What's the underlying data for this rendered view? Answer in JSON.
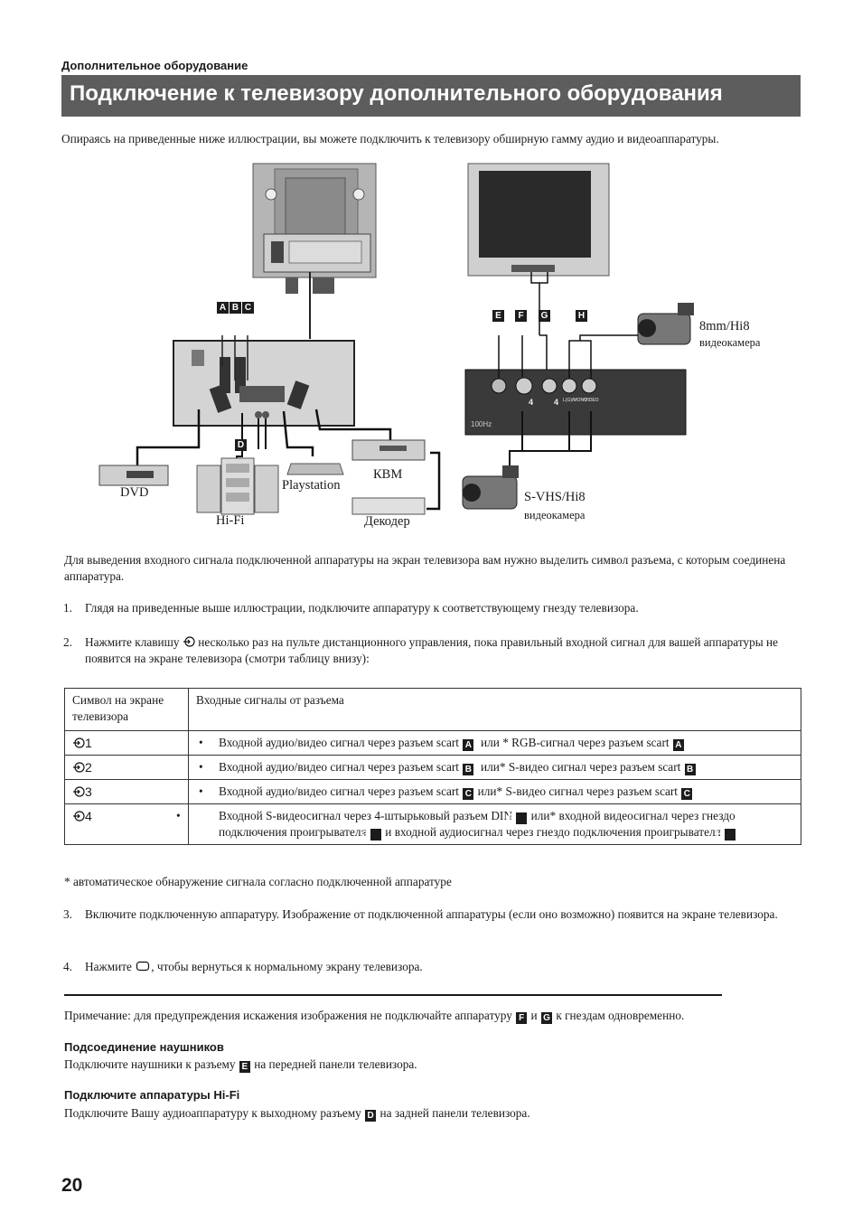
{
  "header": {
    "section": "Дополнительное оборудование",
    "title": "Подключение к телевизору дополнительного оборудования"
  },
  "intro": "Опираясь на приведенные ниже иллюстрации, вы можете подключить к телевизору обширную гамму аудио и видеоаппаратуры.",
  "diagram": {
    "labels": {
      "dvd": "DVD",
      "hifi": "Hi-Fi",
      "playstation": "Playstation",
      "vcr": "КВМ",
      "decoder": "Декодер",
      "cam1_model": "8mm/Hi8",
      "cam1_type": "видеокамера",
      "cam2_model": "S-VHS/Hi8",
      "cam2_type": "видеокамера",
      "panel_hz": "100Hz",
      "port4a": "4",
      "port4b": "4",
      "ports_small": "L(G)/MONO",
      "ports_video": "VIDEO"
    },
    "keys": {
      "a": "A",
      "b": "B",
      "c": "C",
      "d": "D",
      "e": "E",
      "f": "F",
      "g": "G",
      "h": "H"
    }
  },
  "para_select": "Для выведения входного сигнала подключенной аппаратуры на экран телевизора вам нужно выделить символ разъема, с которым соединена аппаратура.",
  "steps": {
    "s1_num": "1.",
    "s1": "Глядя на приведенные выше иллюстрации, подключите аппаратуру к соответствующему гнезду телевизора.",
    "s2_num": "2.",
    "s2_a": "Нажмите клавишу",
    "s2_b": "несколько раз на пульте дистанционного управления, пока правильный входной сигнал для вашей аппаратуры не появится на экране телевизора (смотри таблицу внизу):",
    "s3_num": "3.",
    "s3": "Включите подключенную аппаратуру. Изображение от подключенной аппаратуры (если оно возможно) появится на экране телевизора.",
    "s4_num": "4.",
    "s4_a": "Нажмите",
    "s4_b": ", чтобы вернуться к нормальному экрану телевизора."
  },
  "table": {
    "col1": "Символ на экране телевизора",
    "col2": "Входные сигналы от разъема",
    "bullet": "•",
    "rows": [
      {
        "sym": "1",
        "t1": "Входной аудио/видео сигнал через разъем scart",
        "k1": "A",
        "t2": "или * RGB-сигнал через разъем scart",
        "k2": "A"
      },
      {
        "sym": "2",
        "t1": "Входной аудио/видео сигнал через разъем scart",
        "k1": "B",
        "t2": "или* S-видео сигнал через разъем scart",
        "k2": "B"
      },
      {
        "sym": "3",
        "t1": "Входной аудио/видео сигнал через разъем scart",
        "k1": "C",
        "t2": "или* S-видео сигнал через разъем scart",
        "k2": "C"
      },
      {
        "sym": "4",
        "t1": "Входной S-видеосигнал через 4-штырьковый разъем DIN",
        "k1": "F",
        "t2": "или* входной видеосигнал через гнездо подключения проигрывателя",
        "k2": "G",
        "t3": "и входной аудиосигнал через гнездо подключения проигрывателя",
        "k3": "H"
      }
    ]
  },
  "footnote": "* автоматическое обнаружение сигнала согласно подключенной аппаратуре",
  "note": {
    "a": "Примечание: для предупреждения искажения изображения не подключайте аппаратуру",
    "k1": "F",
    "b": "и",
    "k2": "G",
    "c": "к гнездам одновременно."
  },
  "headphones": {
    "title": "Подсоединение наушников",
    "a": "Подключите наушники к разъему",
    "k": "E",
    "b": "на передней панели телевизора."
  },
  "hifi_sec": {
    "title": "Подключите аппаратуры Hi-Fi",
    "a": "Подключите Вашу аудиоаппаратуру к выходному разъему",
    "k": "D",
    "b": "на задней панели телевизора."
  },
  "page_number": "20"
}
